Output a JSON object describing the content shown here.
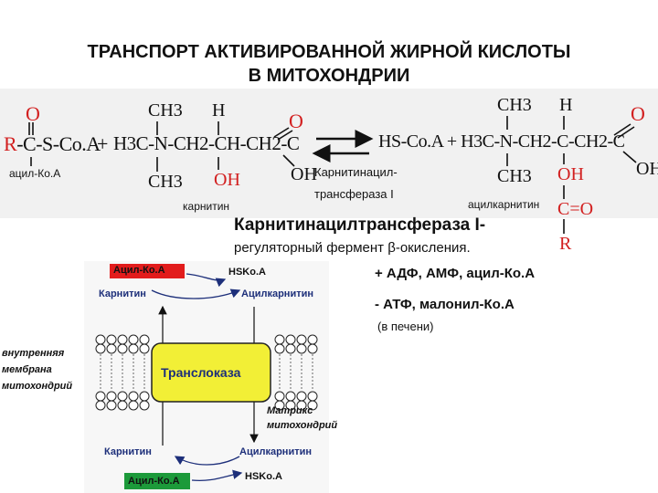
{
  "title": {
    "line1": "ТРАНСПОРТ АКТИВИРОВАННОЙ ЖИРНОЙ КИСЛОТЫ",
    "line2": "В МИТОХОНДРИИ"
  },
  "reaction": {
    "acyl_coa_formula": "R-C-S-Co.A",
    "oxygen": "O",
    "plus": "+",
    "carnitine_formula": "H3C-N-CH2-CH-CH2-C",
    "ch3": "CH3",
    "h": "H",
    "oh": "OH",
    "hs_coa_formula": "HS-Co.A + H3C-N-CH2-C-CH2-C",
    "c_o": "C=O",
    "r": "R",
    "acyl_coa_label": "ацил-Ко.А",
    "carnitine_label": "карнитин",
    "acylcarnitine_label": "ацилкарнитин",
    "enzyme_arrow_label_1": "Карнитинацил-",
    "enzyme_arrow_label_2": "трансфераза I"
  },
  "enzyme": {
    "name": "Карнитинацилтрансфераза I-",
    "description": "регуляторный фермент β-окисления."
  },
  "regulation": {
    "activators": "+ АДФ, АМФ, ацил-Ко.А",
    "inhibitors": "- АТФ, малонил-Ко.А",
    "note": "(в печени)"
  },
  "diagram": {
    "acyl_coa_top": "Ацил-Ко.А",
    "hs_coa_top": "HSKo.A",
    "carnitine_top": "Карнитин",
    "acylcarnitine_top": "Ацилкарнитин",
    "membrane_label_1": "внутренняя",
    "membrane_label_2": "мембрана",
    "membrane_label_3": "митохондрий",
    "translocase": "Транслоказа",
    "matrix_1": "Матрикс",
    "matrix_2": "митохондрий",
    "carnitine_bottom": "Карнитин",
    "acylcarnitine_bottom": "Ацилкарнитин",
    "acyl_coa_bottom": "Ацил-Ко.А",
    "hs_coa_bottom": "HSKo.A"
  },
  "colors": {
    "oxygen_red": "#d21f1f",
    "acyl_coa_red_box": "#e21c1c",
    "acyl_coa_green_box": "#1c9a3a",
    "translocase_yellow": "#f2ef36",
    "label_blue": "#1d2f7a"
  }
}
